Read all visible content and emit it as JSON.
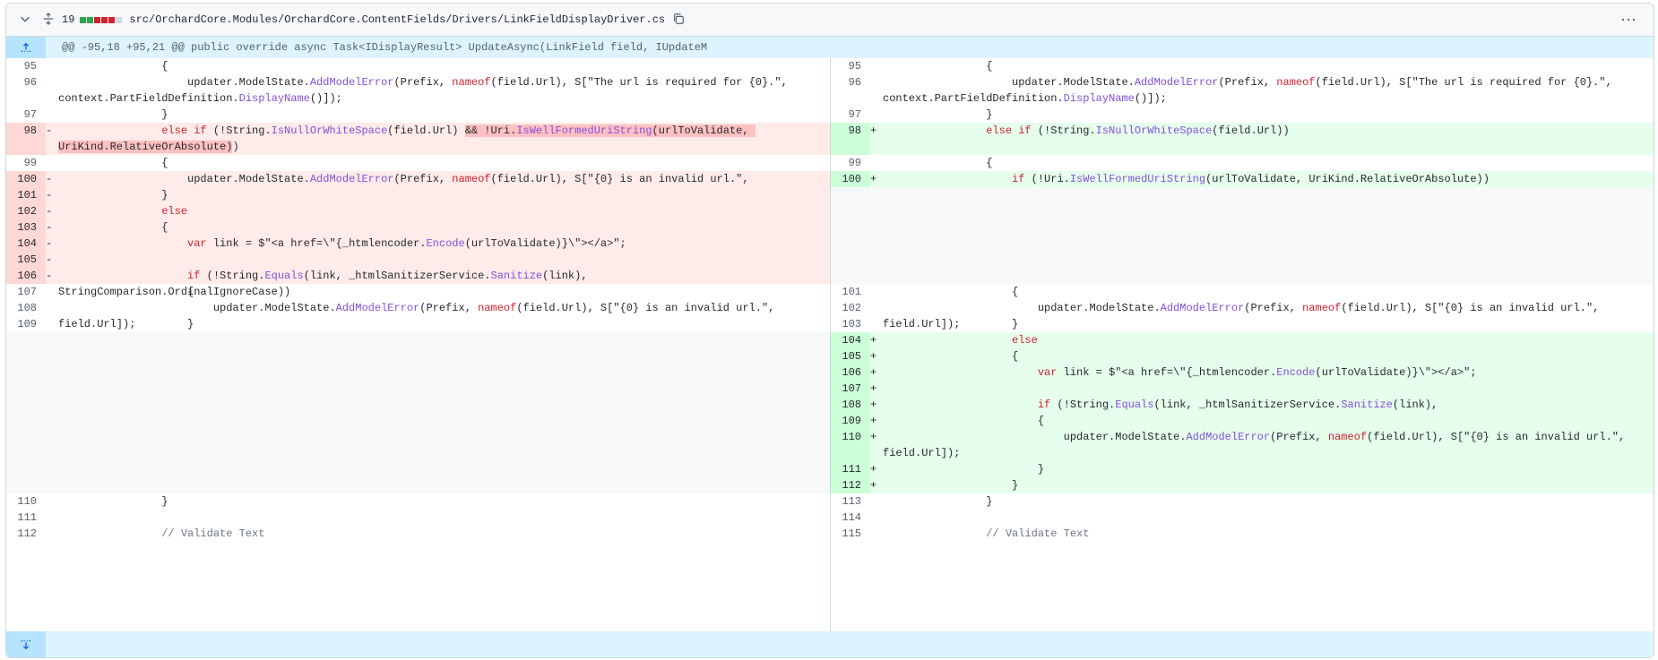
{
  "header": {
    "chevron_icon": "chevron-down-icon",
    "expand_icon": "unfold-icon",
    "changes_count": "19",
    "stat_colors": [
      "#2da44e",
      "#2da44e",
      "#cf222e",
      "#cf222e",
      "#cf222e",
      "#d0d7de"
    ],
    "file_path": "src/OrchardCore.Modules/OrchardCore.ContentFields/Drivers/LinkFieldDisplayDriver.cs",
    "copy_icon": "copy-icon",
    "menu_icon": "kebab-horizontal-icon"
  },
  "hunk": {
    "label": "@@ -95,18 +95,21 @@ public override async Task<IDisplayResult> UpdateAsync(LinkField field, IUpdateM",
    "expand_up_icon": "fold-up-icon",
    "expand_down_icon": "fold-down-icon"
  },
  "left": [
    {
      "ln": "95",
      "sign": "",
      "code": "                {"
    },
    {
      "ln": "96",
      "sign": "",
      "code": "                    updater.ModelState.AddModelError(Prefix, nameof(field.Url), S[\"The url is required for {0}.\", context.PartFieldDefinition.DisplayName()]);"
    },
    {
      "ln": "97",
      "sign": "",
      "code": "                }"
    },
    {
      "ln": "98",
      "sign": "-",
      "code": "                else if (!String.IsNullOrWhiteSpace(field.Url) && !Uri.IsWellFormedUriString(urlToValidate, UriKind.RelativeOrAbsolute))"
    },
    {
      "ln": "99",
      "sign": "",
      "code": "                {"
    },
    {
      "ln": "100",
      "sign": "-",
      "code": "                    updater.ModelState.AddModelError(Prefix, nameof(field.Url), S[\"{0} is an invalid url.\", field.Url]);"
    },
    {
      "ln": "101",
      "sign": "-",
      "code": "                }"
    },
    {
      "ln": "102",
      "sign": "-",
      "code": "                else"
    },
    {
      "ln": "103",
      "sign": "-",
      "code": "                {"
    },
    {
      "ln": "104",
      "sign": "-",
      "code": "                    var link = $\"<a href=\\\"{_htmlencoder.Encode(urlToValidate)}\\\"></a>\";"
    },
    {
      "ln": "105",
      "sign": "-",
      "code": ""
    },
    {
      "ln": "106",
      "sign": "-",
      "code": "                    if (!String.Equals(link, _htmlSanitizerService.Sanitize(link), StringComparison.OrdinalIgnoreCase))"
    },
    {
      "ln": "107",
      "sign": "",
      "code": "                    {"
    },
    {
      "ln": "108",
      "sign": "",
      "code": "                        updater.ModelState.AddModelError(Prefix, nameof(field.Url), S[\"{0} is an invalid url.\", field.Url]);"
    },
    {
      "ln": "109",
      "sign": "",
      "code": "                    }"
    },
    {
      "ln": "110",
      "sign": "",
      "code": "                }"
    },
    {
      "ln": "111",
      "sign": "",
      "code": ""
    },
    {
      "ln": "112",
      "sign": "",
      "code": "                // Validate Text"
    }
  ],
  "right": [
    {
      "ln": "95",
      "sign": "",
      "code": "                {"
    },
    {
      "ln": "96",
      "sign": "",
      "code": "                    updater.ModelState.AddModelError(Prefix, nameof(field.Url), S[\"The url is required for {0}.\", context.PartFieldDefinition.DisplayName()]);"
    },
    {
      "ln": "97",
      "sign": "",
      "code": "                }"
    },
    {
      "ln": "98",
      "sign": "+",
      "code": "                else if (!String.IsNullOrWhiteSpace(field.Url))"
    },
    {
      "ln": "99",
      "sign": "",
      "code": "                {"
    },
    {
      "ln": "100",
      "sign": "+",
      "code": "                    if (!Uri.IsWellFormedUriString(urlToValidate, UriKind.RelativeOrAbsolute))"
    },
    {
      "ln": "101",
      "sign": "",
      "code": "                    {"
    },
    {
      "ln": "102",
      "sign": "",
      "code": "                        updater.ModelState.AddModelError(Prefix, nameof(field.Url), S[\"{0} is an invalid url.\", field.Url]);"
    },
    {
      "ln": "103",
      "sign": "",
      "code": "                    }"
    },
    {
      "ln": "104",
      "sign": "+",
      "code": "                    else"
    },
    {
      "ln": "105",
      "sign": "+",
      "code": "                    {"
    },
    {
      "ln": "106",
      "sign": "+",
      "code": "                        var link = $\"<a href=\\\"{_htmlencoder.Encode(urlToValidate)}\\\"></a>\";"
    },
    {
      "ln": "107",
      "sign": "+",
      "code": ""
    },
    {
      "ln": "108",
      "sign": "+",
      "code": "                        if (!String.Equals(link, _htmlSanitizerService.Sanitize(link), StringComparison.OrdinalIgnoreCase))"
    },
    {
      "ln": "109",
      "sign": "+",
      "code": "                        {"
    },
    {
      "ln": "110",
      "sign": "+",
      "code": "                            updater.ModelState.AddModelError(Prefix, nameof(field.Url), S[\"{0} is an invalid url.\", field.Url]);"
    },
    {
      "ln": "111",
      "sign": "+",
      "code": "                        }"
    },
    {
      "ln": "112",
      "sign": "+",
      "code": "                    }"
    },
    {
      "ln": "113",
      "sign": "",
      "code": "                }"
    },
    {
      "ln": "114",
      "sign": "",
      "code": ""
    },
    {
      "ln": "115",
      "sign": "",
      "code": "                // Validate Text"
    }
  ]
}
